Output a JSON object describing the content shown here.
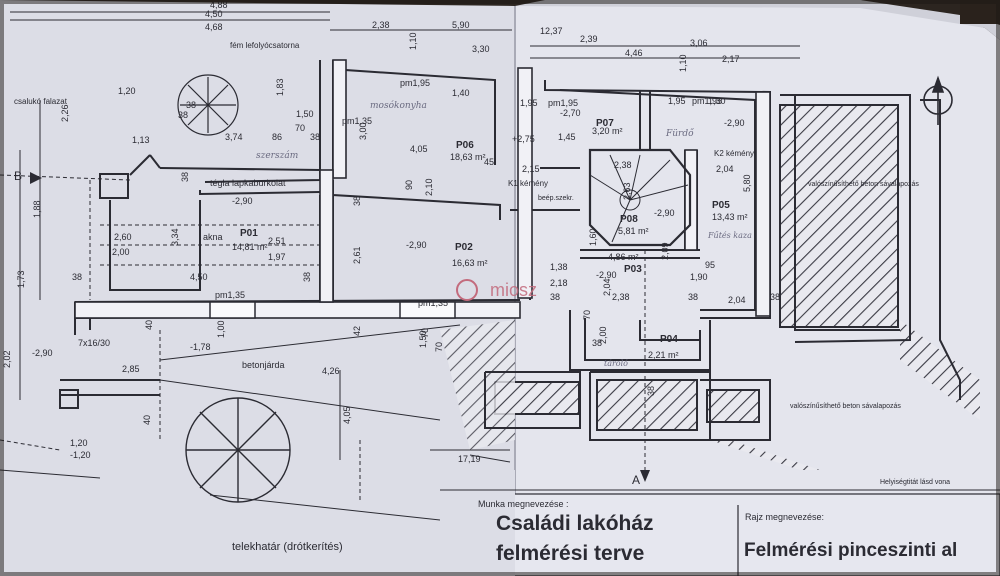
{
  "dims": {
    "top": [
      "4,88",
      "4,50",
      "4,68",
      "2,38",
      "5,90",
      "12,37",
      "2,39",
      "4,46",
      "3,06",
      "2,17",
      "3,30"
    ],
    "misc": [
      "1,10",
      "1,10",
      "1,83",
      "1,50",
      "70",
      "3,74",
      "1,13",
      "2,26",
      "1,20",
      "1,88",
      "1,73",
      "2,02",
      "7x16/30",
      "2,85",
      "40",
      "40",
      "1,20",
      "4,26",
      "4,05",
      "42",
      "1,50",
      "70",
      "38",
      "38",
      "38",
      "38",
      "38",
      "38",
      "38",
      "38",
      "38",
      "95",
      "1,90",
      "2,04",
      "2,04",
      "2,38",
      "2,38",
      "2,18",
      "1,38",
      "2,04",
      "2,09",
      "2,63",
      "2,15",
      "2,10",
      "3,00",
      "2,61",
      "2,51",
      "1,97",
      "2,60",
      "2,00",
      "3,34",
      "4,50",
      "4,05",
      "45",
      "70",
      "90",
      "1,45",
      "5,80",
      "17,19",
      "1,60",
      "2,00",
      "70",
      "1,00",
      "1,95",
      "1,95",
      "1,40",
      "1,30",
      "38",
      "38",
      "86",
      "38"
    ]
  },
  "rooms": [
    {
      "id": "P01",
      "name": "akna",
      "area": "14,81 m²"
    },
    {
      "id": "P02",
      "name": "",
      "area": "16,63 m²"
    },
    {
      "id": "P03",
      "name": "",
      "area": "4,86 m²"
    },
    {
      "id": "P04",
      "name": "",
      "area": "2,21 m²"
    },
    {
      "id": "P05",
      "name": "",
      "area": "13,43 m²"
    },
    {
      "id": "P06",
      "name": "",
      "area": "18,63 m²"
    },
    {
      "id": "P07",
      "name": "",
      "area": "3,20 m²"
    },
    {
      "id": "P08",
      "name": "",
      "area": "5,81 m²"
    }
  ],
  "labels": {
    "gutter": "fém lefolyócsatorna",
    "stair_ext": "csalukó falazat",
    "paving": "tégla lapkaburkolat",
    "sidewalk": "betonjárda",
    "boundary": "telekhatár (drótkerítés)",
    "chimney1": "K1 kémény",
    "chimney2": "K2 kémény",
    "cabinet": "beép.szekr.",
    "strip_found_1": "valószínűsíthető beton sávalapozás",
    "strip_found_2": "valószínűsíthető beton sávalapozás",
    "level_note": "Helyiségtitát lásd vona",
    "section_a": "A",
    "section_b": "B",
    "watermark": "miosz",
    "pm1": "pm1,95",
    "pm2": "pm1,95",
    "pm3": "pm1,35",
    "pm4": "pm1,35",
    "pm5": "pm1,35",
    "pm6": "pm1,95",
    "lvl_290_a": "-2,90",
    "lvl_290_b": "-2,90",
    "lvl_290_c": "-2,90",
    "lvl_290_d": "-2,90",
    "lvl_290_e": "-2,90",
    "lvl_275": "+2,75",
    "lvl_270": "-2,70",
    "lvl_178": "-1,78",
    "lvl_290_f": "-2,90",
    "lvl_120": "-1,20"
  },
  "handwriting": {
    "h1": "mosókonyha",
    "h2": "szerszám",
    "h3": "Fűtés kaza",
    "h4": "tároló",
    "h5": "Fürdő"
  },
  "title_block": {
    "work_label": "Munka megnevezése :",
    "work_title_1": "Családi lakóház",
    "work_title_2": "felmérési terve",
    "drawing_label": "Rajz megnevezése:",
    "drawing_title": "Felmérési pinceszinti al"
  }
}
